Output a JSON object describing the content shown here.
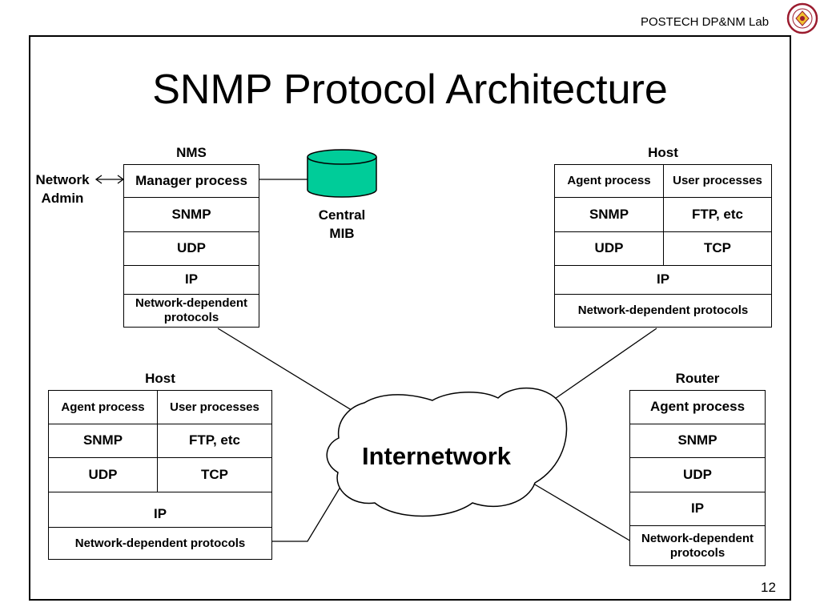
{
  "header": {
    "lab": "POSTECH DP&NM Lab"
  },
  "title": "SNMP Protocol Architecture",
  "page_number": "12",
  "network_admin": {
    "line1": "Network",
    "line2": "Admin"
  },
  "central_mib": {
    "line1": "Central",
    "line2": "MIB"
  },
  "cloud": {
    "label": "Internetwork"
  },
  "nms": {
    "label": "NMS",
    "manager": "Manager process",
    "snmp": "SNMP",
    "udp": "UDP",
    "ip": "IP",
    "netdep": "Network-dependent protocols"
  },
  "host_top": {
    "label": "Host",
    "agent": "Agent process",
    "user": "User processes",
    "snmp": "SNMP",
    "ftp": "FTP, etc",
    "udp": "UDP",
    "tcp": "TCP",
    "ip": "IP",
    "netdep": "Network-dependent protocols"
  },
  "host_bottom": {
    "label": "Host",
    "agent": "Agent process",
    "user": "User processes",
    "snmp": "SNMP",
    "ftp": "FTP, etc",
    "udp": "UDP",
    "tcp": "TCP",
    "ip": "IP",
    "netdep": "Network-dependent protocols"
  },
  "router": {
    "label": "Router",
    "agent": "Agent process",
    "snmp": "SNMP",
    "udp": "UDP",
    "ip": "IP",
    "netdep": "Network-dependent protocols"
  },
  "colors": {
    "mib_fill": "#00cc99",
    "line": "#000000"
  }
}
